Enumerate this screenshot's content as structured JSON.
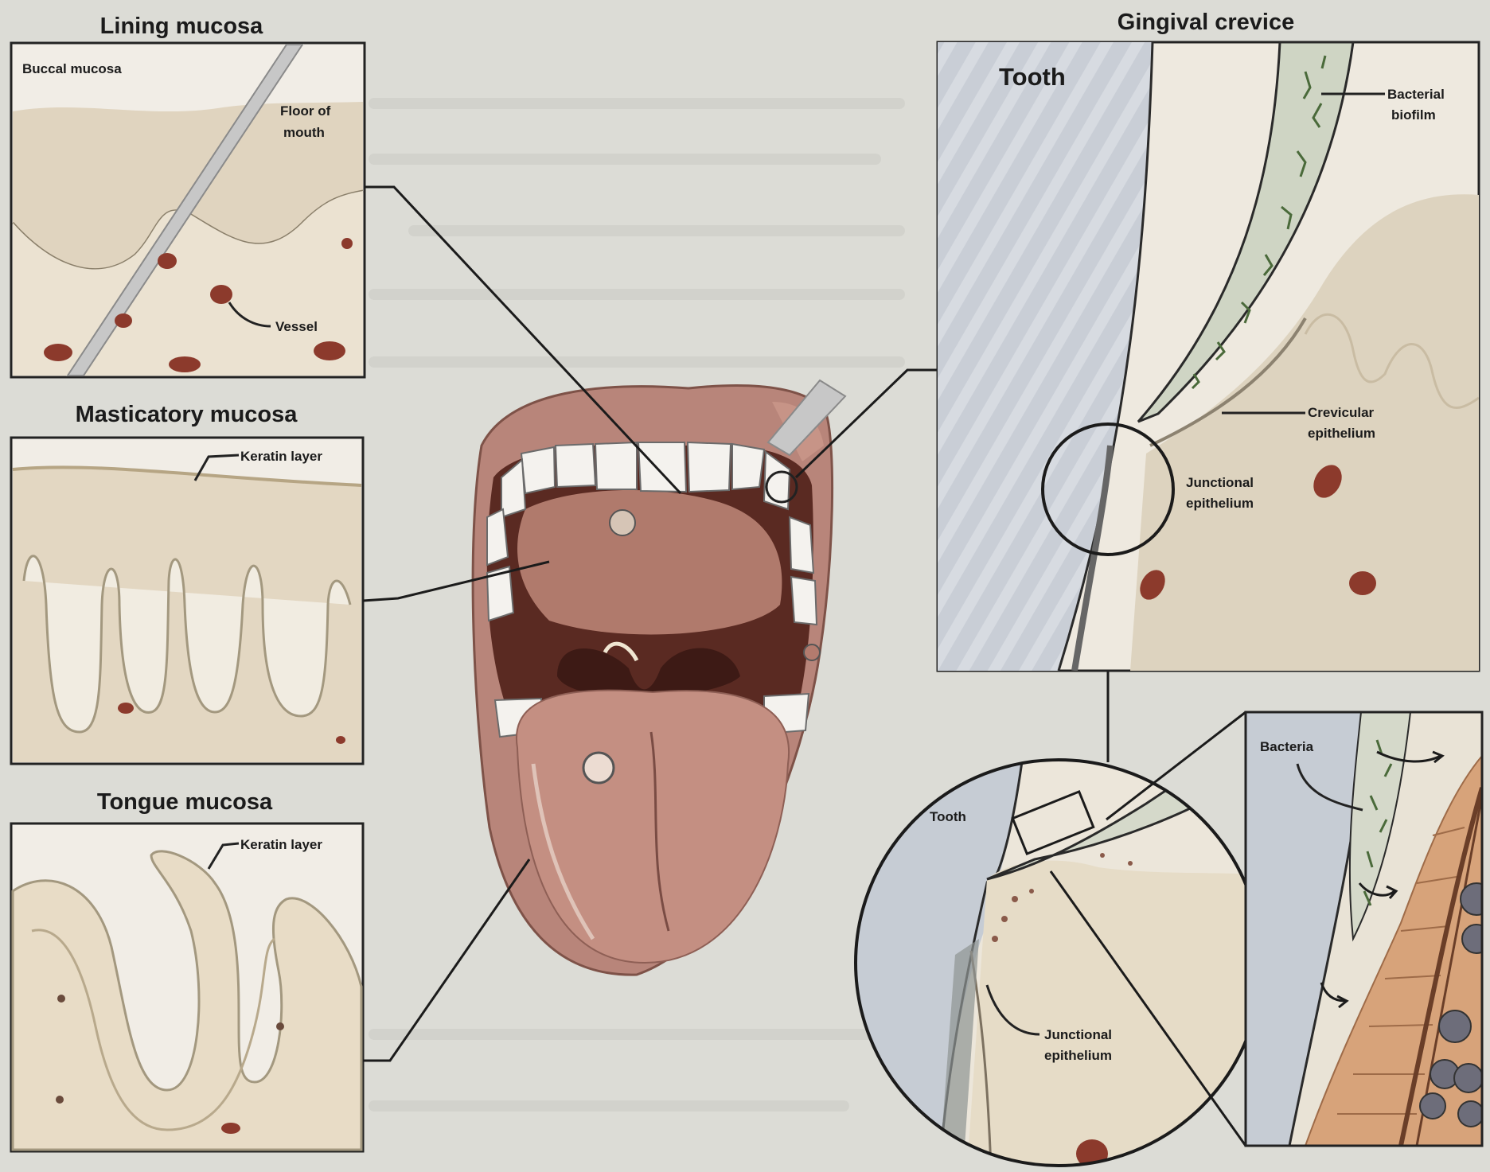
{
  "panels": {
    "lining": {
      "title": "Lining mucosa",
      "labels": {
        "buccal": "Buccal mucosa",
        "floor_line1": "Floor of",
        "floor_line2": "mouth",
        "vessel": "Vessel"
      }
    },
    "masticatory": {
      "title": "Masticatory mucosa",
      "labels": {
        "keratin": "Keratin layer"
      }
    },
    "tongue": {
      "title": "Tongue mucosa",
      "labels": {
        "keratin": "Keratin layer"
      }
    },
    "gingival": {
      "title": "Gingival crevice",
      "labels": {
        "tooth": "Tooth",
        "biofilm_line1": "Bacterial",
        "biofilm_line2": "biofilm",
        "crevicular_line1": "Crevicular",
        "crevicular_line2": "epithelium",
        "junctional_line1": "Junctional",
        "junctional_line2": "epithelium"
      }
    },
    "zoom": {
      "labels": {
        "tooth": "Tooth",
        "junctional_line1": "Junctional",
        "junctional_line2": "epithelium"
      }
    },
    "bacteria_inset": {
      "labels": {
        "bacteria": "Bacteria"
      }
    }
  },
  "colors": {
    "background": "#dcdcd6",
    "tissue": "#e7dcc8",
    "tissue_dark": "#d9c8ae",
    "vessel": "#8c3a2c",
    "lips": "#b8857a",
    "mouth_dark": "#5a2a22",
    "tongue": "#c48f82",
    "tooth_grey": "#c8ccd2",
    "tooth_white": "#f4f2ee",
    "outline": "#222222"
  }
}
